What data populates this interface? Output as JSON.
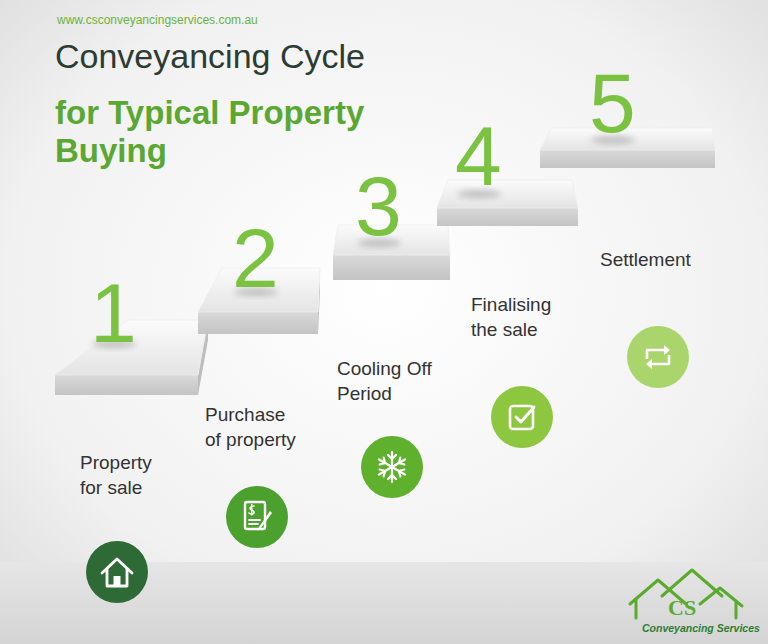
{
  "diagram": {
    "title": "Conveyancing Cycle",
    "nodes": [
      {
        "text": [
          "1",
          "Property for sale"
        ]
      },
      {
        "text": [
          "2",
          "Purchase of property"
        ]
      },
      {
        "text": [
          "3",
          "Cooling Off Period"
        ]
      },
      {
        "text": [
          "4",
          "Finalising the sale"
        ]
      },
      {
        "text": [
          "5",
          "Settlement"
        ]
      }
    ],
    "labels": [
      "www.csconveyancingservices.com.au",
      "for Typical Property Buying",
      "CS",
      "Conveyancing Services"
    ]
  }
}
